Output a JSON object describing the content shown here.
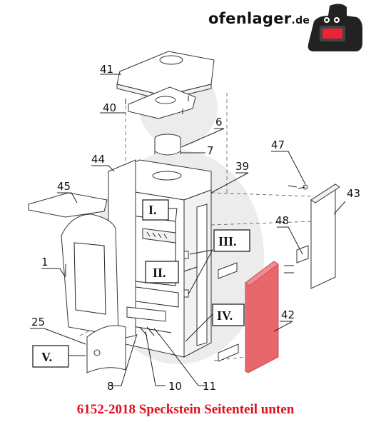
{
  "brand": {
    "name": "ofenlager",
    "tld": ".de"
  },
  "caption": "6152-2018 Speckstein Seitenteil unten",
  "colors": {
    "highlight": "#e8676b",
    "caption": "#e0101e"
  },
  "part_numbers": [
    "41",
    "40",
    "6",
    "7",
    "44",
    "39",
    "47",
    "45",
    "43",
    "48",
    "1",
    "42",
    "25",
    "8",
    "10",
    "11"
  ],
  "roman_labels": [
    "I.",
    "II.",
    "III.",
    "IV.",
    "V."
  ],
  "highlighted_part": "42"
}
